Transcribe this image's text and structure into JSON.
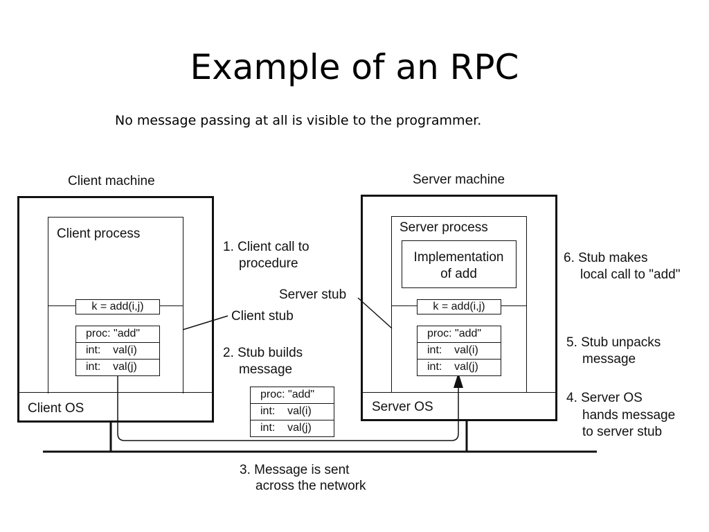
{
  "title": "Example of an RPC",
  "subtitle": "No message passing at all is visible to the programmer.",
  "client": {
    "machine_label": "Client machine",
    "process_label": "Client process",
    "call": "k = add(i,j)",
    "message": [
      "proc: \"add\"",
      "int:    val(i)",
      "int:    val(j)"
    ],
    "os_label": "Client OS",
    "stub_label": "Client stub"
  },
  "server": {
    "machine_label": "Server machine",
    "process_label": "Server process",
    "impl_line1": "Implementation",
    "impl_line2": "of add",
    "call": "k = add(i,j)",
    "message": [
      "proc: \"add\"",
      "int:    val(i)",
      "int:    val(j)"
    ],
    "os_label": "Server OS",
    "stub_label": "Server stub"
  },
  "network_message": [
    "proc: \"add\"",
    "int:    val(i)",
    "int:    val(j)"
  ],
  "steps": [
    {
      "line1": "1. Client call to",
      "line2": "procedure"
    },
    {
      "line1": "2. Stub builds",
      "line2": "message"
    },
    {
      "line1": "3. Message is sent",
      "line2": "across the network"
    },
    {
      "line1": "4. Server OS",
      "line2": "hands message",
      "line3": "to server stub"
    },
    {
      "line1": "5. Stub unpacks",
      "line2": "message"
    },
    {
      "line1": "6. Stub makes",
      "line2": "local call to \"add\""
    }
  ]
}
